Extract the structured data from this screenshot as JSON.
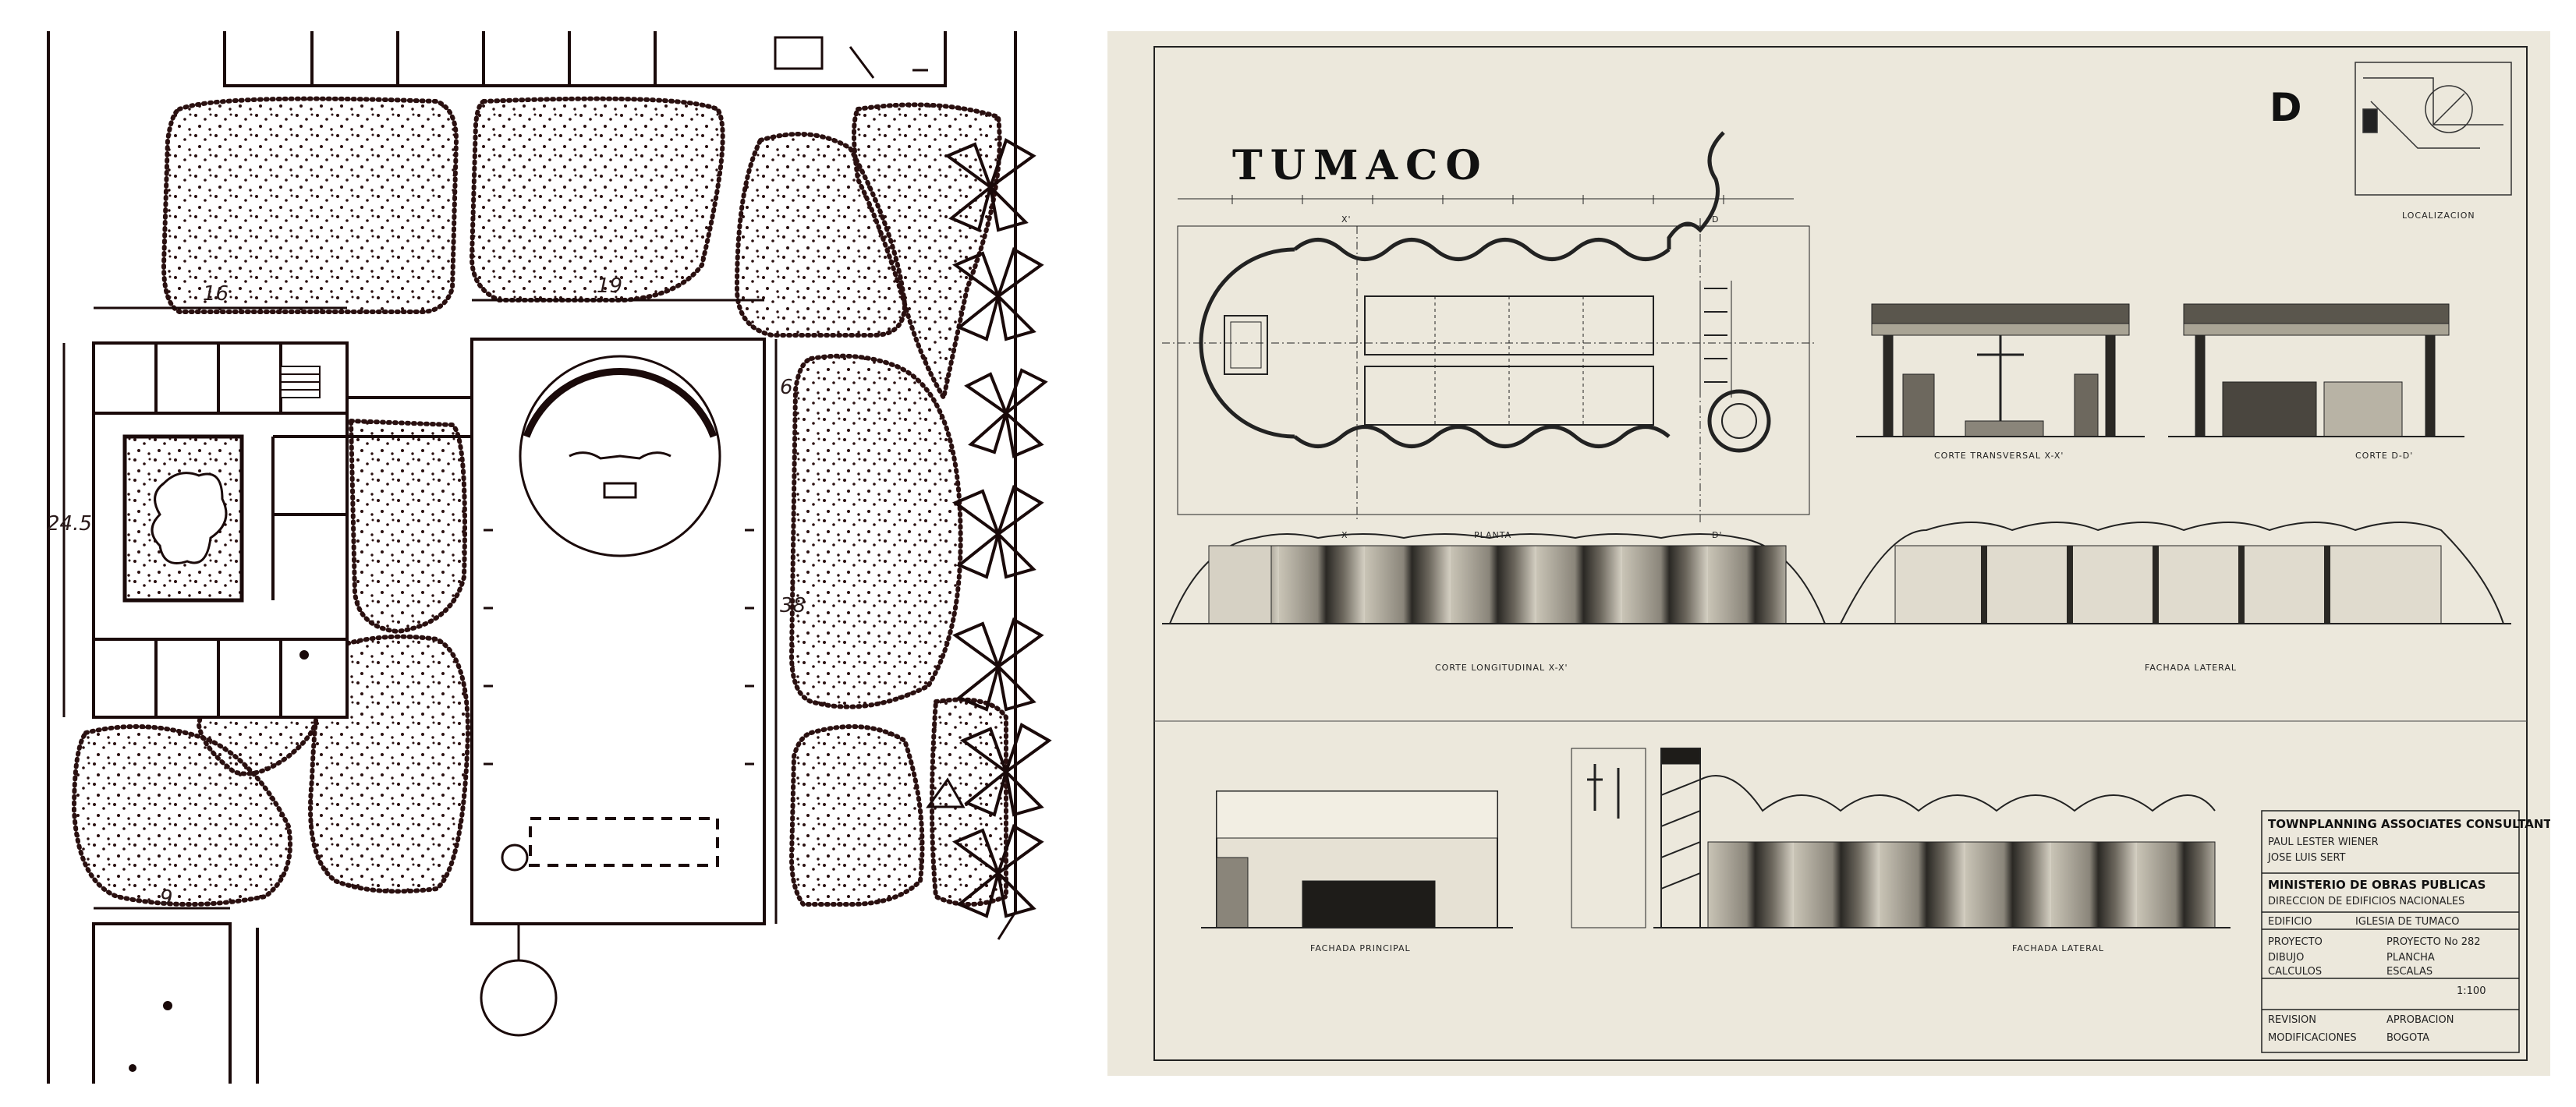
{
  "site_plan": {
    "dimensions": {
      "d16": "16",
      "d19": "19",
      "d245": "24.5",
      "d6": "6",
      "d38": "38",
      "d9": "9"
    }
  },
  "drawing": {
    "title": "TUMACO",
    "sheet_letter": "D",
    "labels": {
      "planta": "PLANTA",
      "corte_transversal": "CORTE TRANSVERSAL  X-X'",
      "corte_dd": "CORTE  D-D'",
      "corte_longitudinal": "CORTE  LONGITUDINAL  X-X'",
      "fachada_lateral_1": "FACHADA  LATERAL",
      "fachada_principal": "FACHADA  PRINCIPAL",
      "fachada_lateral_2": "FACHADA  LATERAL",
      "localizacion": "LOCALIZACION"
    },
    "section_marks": {
      "x_top": "X'",
      "x_bottom": "X",
      "d_top": "D",
      "d_bottom": "D'"
    },
    "title_block": {
      "firm": "TOWNPLANNING ASSOCIATES CONSULTANTS",
      "architect_1": "PAUL LESTER WIENER",
      "architect_2": "JOSE LUIS SERT",
      "ministry": "MINISTERIO  DE  OBRAS  PUBLICAS",
      "directorate": "DIRECCION  DE  EDIFICIOS  NACIONALES",
      "row_edificio": "EDIFICIO",
      "row_edificio_val": "IGLESIA  DE  TUMACO",
      "row_proyecto": "PROYECTO",
      "row_proyecto_val": "PROYECTO  No 282",
      "row_dibujo": "DIBUJO",
      "row_dibujo_val": "PLANCHA",
      "row_calculos": "CALCULOS",
      "row_escalas": "ESCALAS",
      "escala_val": "1:100",
      "revision": "REVISION",
      "aprobacion": "APROBACION",
      "modificaciones": "MODIFICACIONES",
      "bogota": "BOGOTA"
    }
  }
}
